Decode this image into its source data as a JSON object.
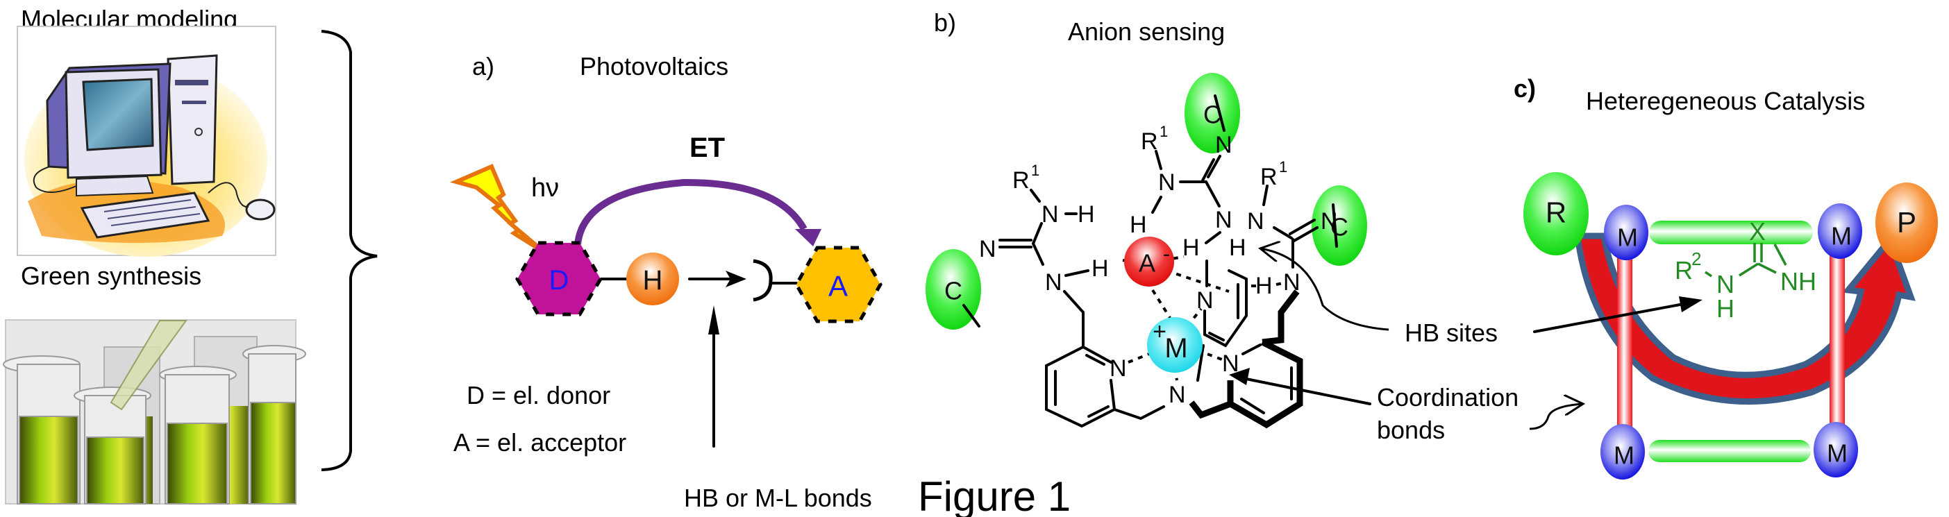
{
  "figure": {
    "caption": "Figure 1"
  },
  "left_panel": {
    "top_label": "Molecular modeling",
    "top_image_icon": "computer-illustration",
    "bottom_label": "Green synthesis",
    "bottom_image_icon": "test-tubes-green-liquid"
  },
  "panel_a": {
    "tag": "a)",
    "title": "Photovoltaics",
    "et_label": "ET",
    "light_label": "hν",
    "donor_label": "D",
    "h_label": "H",
    "acceptor_label": "A",
    "legend_donor": "D = el. donor",
    "legend_acceptor": "A = el. acceptor",
    "bond_label": "HB or M-L bonds",
    "colors": {
      "donor": "#C0139A",
      "acceptor": "#FFC000",
      "h_ball": "#F47C1A",
      "et_arrow": "#6A2C91",
      "bolt_fill": "#FFFF00",
      "bolt_stroke": "#E8740F",
      "letter": "#1A1AFF"
    }
  },
  "panel_b": {
    "tag": "b)",
    "title": "Anion sensing",
    "anion_label": "A",
    "anion_charge": "-",
    "metal_label": "M",
    "metal_charge": "+",
    "c_label": "C",
    "n_label": "N",
    "h_label": "H",
    "r_label": "R",
    "r_sup": "1",
    "nh_label": "N-H",
    "hb_sites_label": "HB sites",
    "coord_label_1": "Coordination",
    "coord_label_2": "bonds",
    "colors": {
      "anion": "#E8141B",
      "metal": "#19D6E8",
      "c_ball": "#1FE51F"
    }
  },
  "panel_c": {
    "tag": "c)",
    "title": "Heteregeneous Catalysis",
    "reactant_label": "R",
    "product_label": "P",
    "metal_label": "M",
    "x_label": "X",
    "r2_label": "R",
    "r2_sup": "2",
    "n_label": "N",
    "h_label": "H",
    "nh_label": "NH",
    "colors": {
      "metal": "#1A1AE6",
      "linker_green": "#22E022",
      "pillar_red": "#F0141B",
      "reactant": "#1FE51F",
      "product": "#F47C1A",
      "cycle_arrow": "#E0141B",
      "cycle_outline": "#3D5F8C",
      "urea": "#228B22"
    }
  }
}
